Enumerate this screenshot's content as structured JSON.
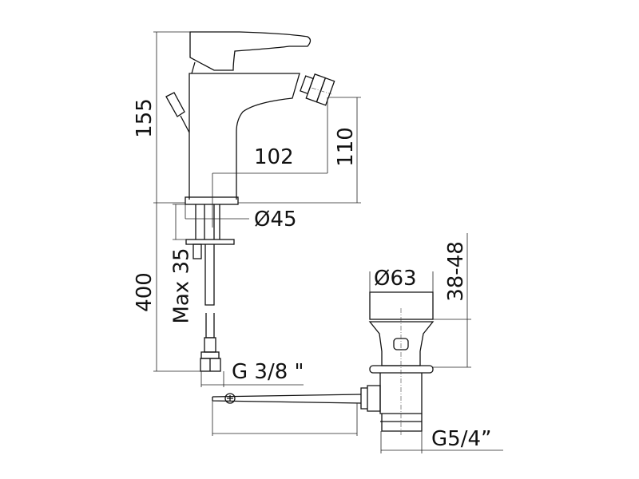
{
  "dimensions": {
    "total_height": "155",
    "spout_height": "110",
    "spout_reach": "102",
    "base_diameter": "Ø45",
    "total_length": "400",
    "max_thickness": "Max 35",
    "inlet_thread": "G 3/8 \"",
    "drain_diameter": "Ø63",
    "drain_range": "38-48",
    "drain_thread": "G5/4”"
  }
}
